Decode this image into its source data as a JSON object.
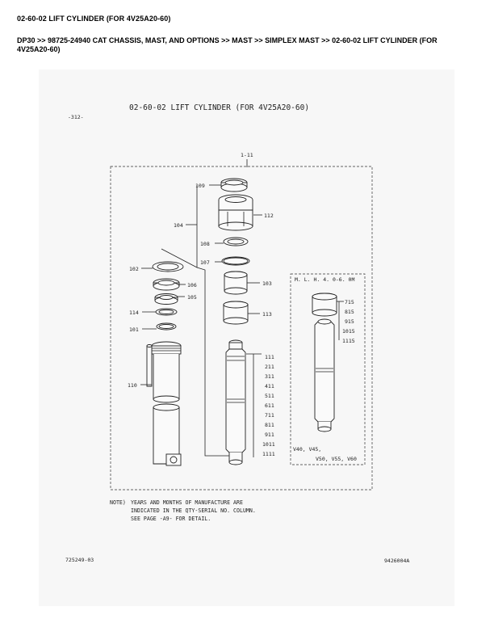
{
  "header": {
    "title": "02-60-02 LIFT CYLINDER (FOR 4V25A20-60)",
    "breadcrumb": "DP30 >> 98725-24940 CAT CHASSIS, MAST, AND OPTIONS >> MAST >> SIMPLEX MAST >> 02-60-02 LIFT CYLINDER (FOR 4V25A20-60)"
  },
  "drawing": {
    "title": "02-60-02   LIFT CYLINDER (FOR 4V25A20-60)",
    "page_ref": "-312-",
    "assembly_callout": "1-11",
    "callouts": {
      "c109": "109",
      "c112": "112",
      "c104": "104",
      "c108": "108",
      "c107": "107",
      "c102": "102",
      "c103": "103",
      "c106": "106",
      "c105": "105",
      "c114": "114",
      "c113": "113",
      "c101": "101",
      "c110": "110"
    },
    "rod_numbers": [
      "111",
      "211",
      "311",
      "411",
      "511",
      "611",
      "711",
      "811",
      "911",
      "1011",
      "1111"
    ],
    "inset": {
      "title": "M. L. H. 4. 0-6. 0M",
      "numbers": [
        "715",
        "815",
        "915",
        "1015",
        "1115"
      ],
      "models_line1": "V40, V45,",
      "models_line2": "V50, V55, V60"
    },
    "note_label": "NOTE)",
    "note_lines": [
      "YEARS AND MONTHS OF MANUFACTURE ARE",
      "INDICATED IN THE QTY-SERIAL NO. COLUMN.",
      "SEE PAGE -A9- FOR DETAIL."
    ],
    "code_left": "725249-03",
    "code_right": "9426004A"
  }
}
